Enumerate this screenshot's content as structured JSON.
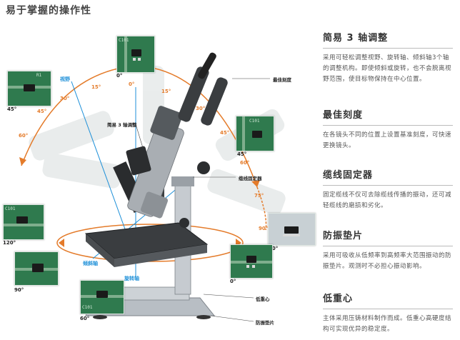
{
  "page_title": "易于掌握的操作性",
  "features": [
    {
      "title": "简易 3 轴调整",
      "desc": "采用可轻松调整视野、旋转轴、倾斜轴3个轴的调整机构。即使倾斜或旋转，也不会脱离视野范围，使目标物保持在中心位置。"
    },
    {
      "title": "最佳刻度",
      "desc": "在各镜头不同的位置上设置基准刻度，可快速更换镜头。"
    },
    {
      "title": "缆线固定器",
      "desc": "固定缆线不仅可去除缆线传播的振动，还可减轻缆线的磨损和劣化。"
    },
    {
      "title": "防振垫片",
      "desc": "采用可吸收从低频率到高频率大范围振动的防振垫片。观测时不必担心振动影响。"
    },
    {
      "title": "低重心",
      "desc": "主体采用压铸材料制作而成。低重心高硬度结构可实现优异的稳定度。"
    }
  ],
  "callouts": {
    "best_scale": "最佳刻度",
    "three_axis": "简易 3 轴调整",
    "cable_holder": "缆线固定器",
    "low_center": "低重心",
    "anti_vibration": "防振垫片"
  },
  "axis_labels": {
    "view": "视野",
    "tilt_axis": "倾斜轴",
    "rotate_axis": "旋转轴"
  },
  "angles": {
    "a0_top": "0°",
    "a15_left": "15°",
    "a15_right": "15°",
    "a30_left": "30°",
    "a30_right": "30°",
    "a45_left": "45°",
    "a45_right": "45°",
    "a60_left": "60°",
    "a60_right": "60°",
    "a75_right": "75°",
    "a90_right": "90°"
  },
  "thumb_labels": {
    "top": "0°",
    "left45": "45°",
    "right45": "45°",
    "right90": "90°",
    "left120": "120°",
    "bottom90": "90°",
    "bottom0": "0°",
    "bottom60": "60°"
  },
  "colors": {
    "orange": "#e47b2a",
    "blue": "#1c8fd8",
    "board": "#2f7a4e"
  }
}
